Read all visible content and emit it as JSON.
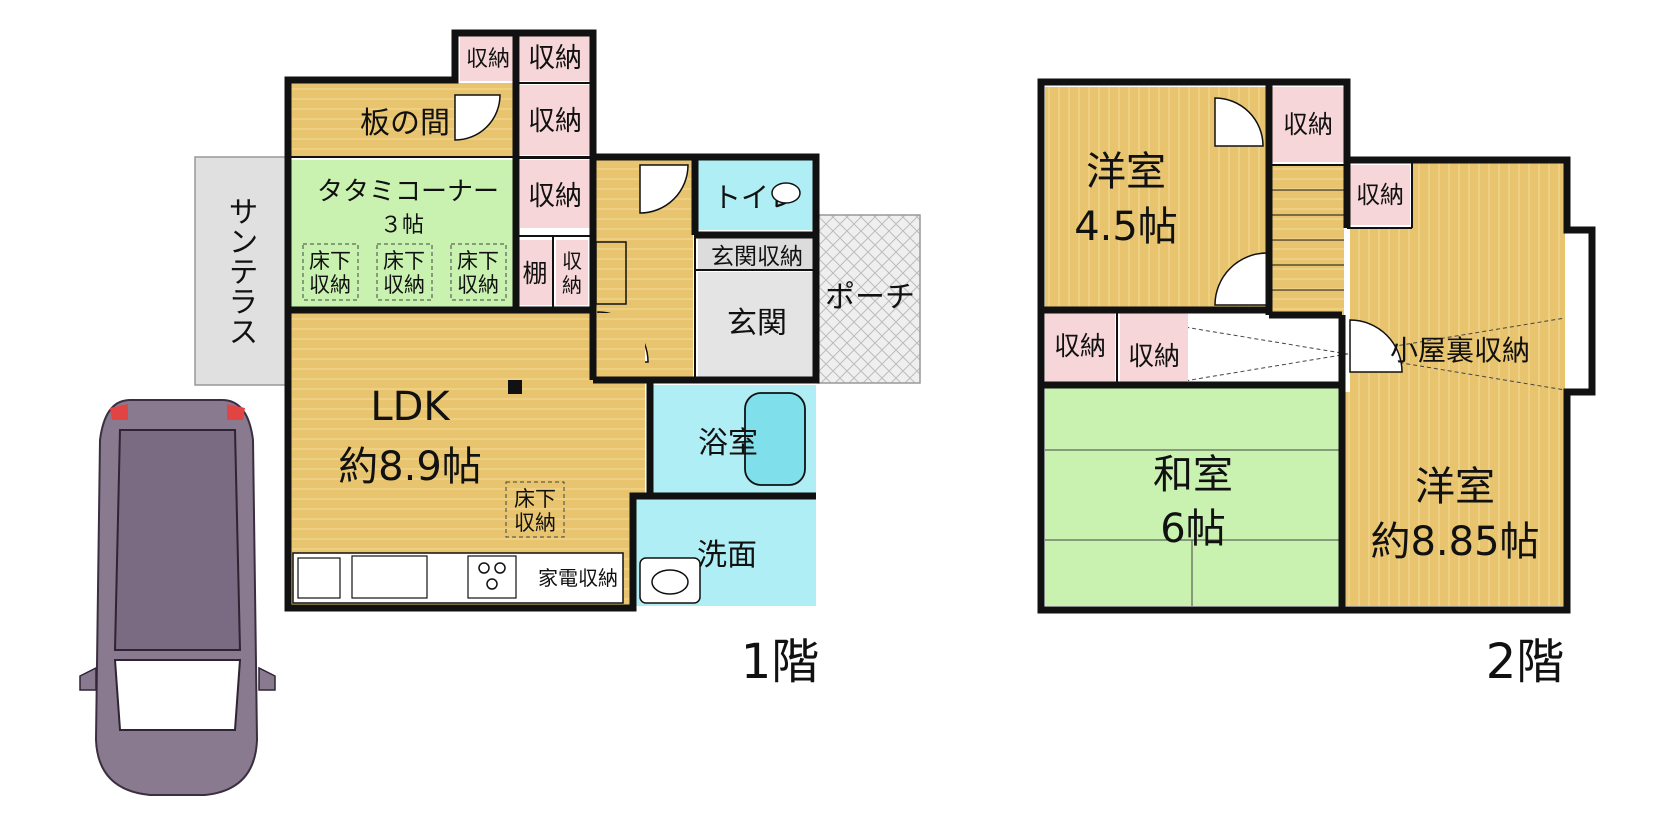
{
  "floor1": {
    "label": "1階",
    "rooms": {
      "itanoma": "板の間",
      "shuno_a": "収納",
      "shuno_b": "収納",
      "shuno_c": "収納",
      "shuno_d": "収納",
      "tatami_line1": "タタミコーナー",
      "tatami_line2": "３帖",
      "yukashita1_l1": "床下",
      "yukashita1_l2": "収納",
      "yukashita2_l1": "床下",
      "yukashita2_l2": "収納",
      "yukashita3_l1": "床下",
      "yukashita3_l2": "収納",
      "tana": "棚",
      "shuno_e_l1": "収",
      "shuno_e_l2": "納",
      "toilet": "トイレ",
      "genkan_shuno": "玄関収納",
      "genkan": "玄関",
      "porch": "ポーチ",
      "sunterrace": "サンテラス",
      "ldk_line1": "LDK",
      "ldk_line2": "約8.9帖",
      "yukashita4_l1": "床下",
      "yukashita4_l2": "収納",
      "kaden": "家電収納",
      "yokushitsu": "浴室",
      "senmen": "洗面"
    }
  },
  "floor2": {
    "label": "2階",
    "rooms": {
      "yoshitsu1_line1": "洋室",
      "yoshitsu1_line2": "4.5帖",
      "shuno_top": "収納",
      "shuno_right": "収納",
      "shuno_l1": "収納",
      "shuno_l2": "収納",
      "koyaura": "小屋裏収納",
      "washitsu_line1": "和室",
      "washitsu_line2": "6帖",
      "yoshitsu2_line1": "洋室",
      "yoshitsu2_line2": "約8.85帖"
    }
  },
  "colors": {
    "wood": "#e8c46e",
    "tatami": "#c9f2b0",
    "storage": "#f6d6d8",
    "water": "#aeeef4",
    "car": "#8a7a90"
  }
}
